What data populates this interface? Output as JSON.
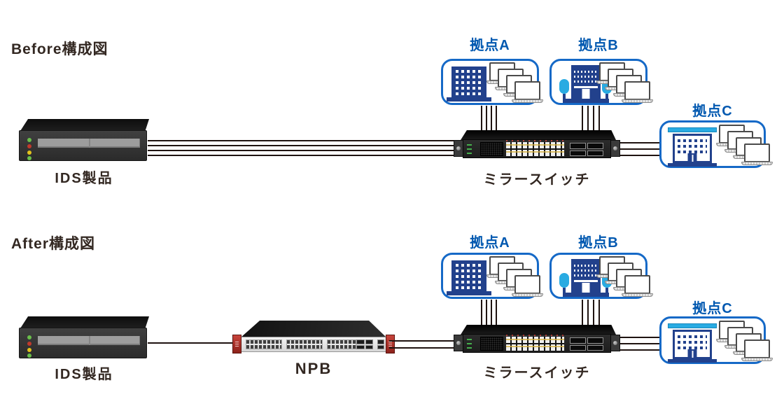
{
  "before": {
    "title": "Before構成図",
    "devices": {
      "ids": "IDS製品",
      "mirror_switch": "ミラースイッチ"
    },
    "sites": {
      "a": "拠点A",
      "b": "拠点B",
      "c": "拠点C"
    },
    "connections": {
      "ids_to_switch_lines": 4,
      "site_a_to_switch_lines": 4,
      "site_b_to_switch_lines": 4,
      "switch_to_site_c_lines": 3
    }
  },
  "after": {
    "title": "After構成図",
    "devices": {
      "ids": "IDS製品",
      "npb": "NPB",
      "mirror_switch": "ミラースイッチ"
    },
    "sites": {
      "a": "拠点A",
      "b": "拠点B",
      "c": "拠点C"
    },
    "connections": {
      "ids_to_npb_lines": 1,
      "npb_to_switch_lines": 2,
      "site_a_to_switch_lines": 4,
      "site_b_to_switch_lines": 4,
      "switch_to_site_c_lines": 3
    }
  },
  "colors": {
    "background": "#ffffff",
    "title_text": "#332822",
    "site_label_blue": "#0058b0",
    "site_box_border": "#1569c7",
    "building_navy": "#22418c",
    "tree_blue": "#29abe2",
    "roof_blue": "#29abe2",
    "connection_line": "#1f1310",
    "npb_ear_red": "#b5342c",
    "led_green": "#6abf4b",
    "led_red": "#c0392b",
    "led_yellow": "#e3c21c"
  }
}
